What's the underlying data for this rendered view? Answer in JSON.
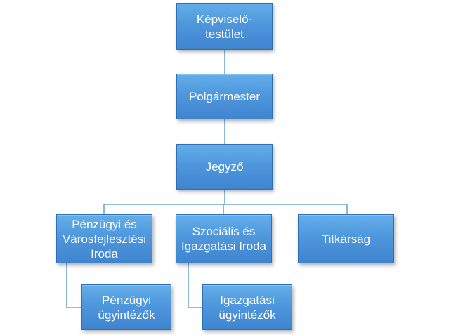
{
  "org_chart": {
    "nodes": {
      "kepviselotestulet": {
        "lines": [
          "Képviselő-",
          "testület"
        ]
      },
      "polgarmester": {
        "lines": [
          "Polgármester"
        ]
      },
      "jegyzo": {
        "lines": [
          "Jegyző"
        ]
      },
      "penzugyi_iroda": {
        "lines": [
          "Pénzügyi és",
          "Városfejlesztési",
          "Iroda"
        ]
      },
      "szocialis_iroda": {
        "lines": [
          "Szociális és",
          "Igazgatási Iroda"
        ]
      },
      "titkarsag": {
        "lines": [
          "Titkárság"
        ]
      },
      "penzugyi_ugyintezok": {
        "lines": [
          "Pénzügyi",
          "ügyintézők"
        ]
      },
      "igazgatasi_ugyintezok": {
        "lines": [
          "Igazgatási",
          "ügyintézők"
        ]
      }
    },
    "edges": [
      [
        "kepviselotestulet",
        "polgarmester"
      ],
      [
        "polgarmester",
        "jegyzo"
      ],
      [
        "jegyzo",
        "penzugyi_iroda"
      ],
      [
        "jegyzo",
        "szocialis_iroda"
      ],
      [
        "jegyzo",
        "titkarsag"
      ],
      [
        "penzugyi_iroda",
        "penzugyi_ugyintezok"
      ],
      [
        "szocialis_iroda",
        "igazgatasi_ugyintezok"
      ]
    ]
  }
}
